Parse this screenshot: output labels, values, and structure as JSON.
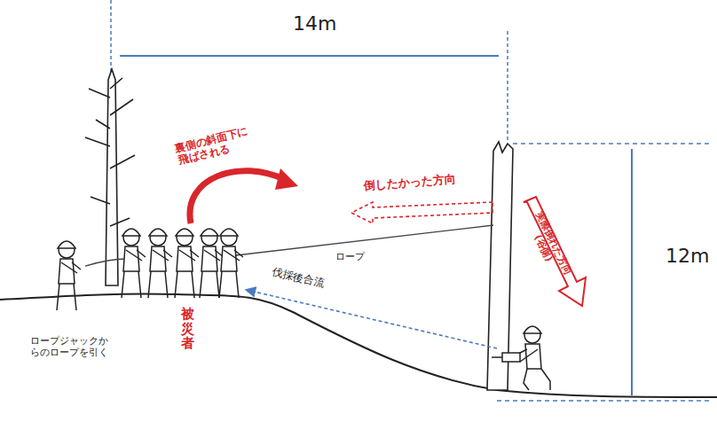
{
  "diagram": {
    "labels": [
      "14m",
      "12m",
      "裏側の斜面下に飛ばされる",
      "倒したかった方向",
      "実際倒れた方向 (谷側)",
      "ロープ",
      "伐採後合流",
      "被災者",
      "ロープジャックからのロープを引く"
    ]
  }
}
